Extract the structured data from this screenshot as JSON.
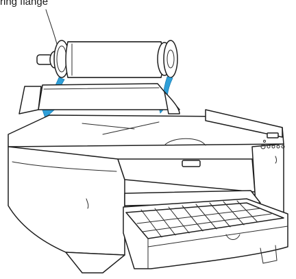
{
  "illustration": {
    "callout_text": "ring flange",
    "arrow_color": "#2f9fd8",
    "line_color": "#1e1e1e",
    "parts": [
      "roll-paper-spindle",
      "printer-body",
      "paper-tray",
      "control-panel"
    ]
  }
}
